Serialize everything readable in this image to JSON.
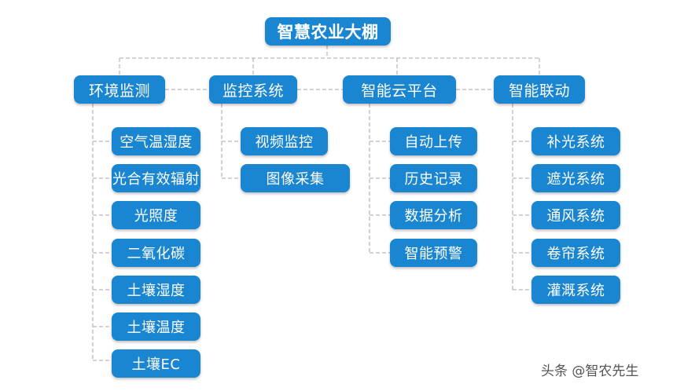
{
  "root": {
    "label": "智慧农业大棚"
  },
  "categories": [
    {
      "label": "环境监测",
      "items": [
        "空气温湿度",
        "光合有效辐射",
        "光照度",
        "二氧化碳",
        "土壤湿度",
        "土壤温度",
        "土壤EC"
      ]
    },
    {
      "label": "监控系统",
      "items": [
        "视频监控",
        "图像采集"
      ]
    },
    {
      "label": "智能云平台",
      "items": [
        "自动上传",
        "历史记录",
        "数据分析",
        "智能预警"
      ]
    },
    {
      "label": "智能联动",
      "items": [
        "补光系统",
        "遮光系统",
        "通风系统",
        "卷帘系统",
        "灌溉系统"
      ]
    }
  ],
  "watermark": "头条 @智农先生",
  "colors": {
    "node": "#1a85d0",
    "connector": "#b9b9b9",
    "text": "#ffffff"
  }
}
